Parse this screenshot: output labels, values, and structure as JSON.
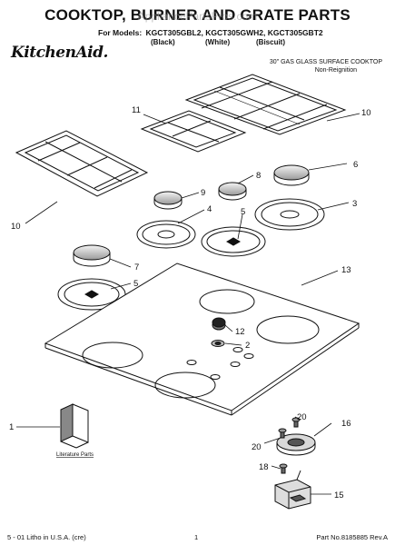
{
  "header": {
    "title": "COOKTOP, BURNER AND GRATE PARTS",
    "watermark": "AppliancePartsPros.com",
    "models_label": "For Models:",
    "models": "KGCT305GBL2, KGCT305GWH2, KGCT305GBT2",
    "colors": [
      "(Black)",
      "(White)",
      "(Biscuit)"
    ]
  },
  "brand": {
    "logo_text": "KitchenAid."
  },
  "product": {
    "description": "30\" GAS GLASS SURFACE COOKTOP",
    "sub": "Non-Reignition"
  },
  "callouts": [
    "11",
    "10",
    "10",
    "9",
    "8",
    "6",
    "4",
    "5",
    "3",
    "7",
    "5",
    "13",
    "12",
    "2",
    "1",
    "20",
    "16",
    "20",
    "18",
    "15"
  ],
  "literature_label": "Literature Parts",
  "footer": {
    "left": "5 - 01 Litho in U.S.A. (cre)",
    "center": "1",
    "right": "Part No.8185885 Rev.A"
  }
}
